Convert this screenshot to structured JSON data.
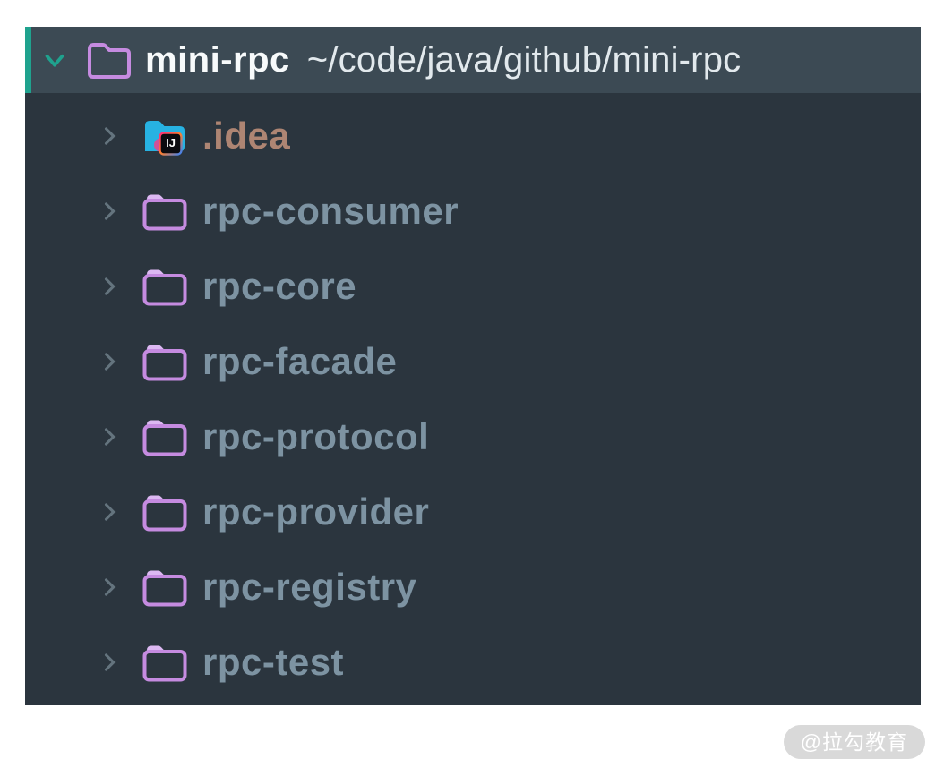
{
  "tree": {
    "root": {
      "name": "mini-rpc",
      "path": "~/code/java/github/mini-rpc",
      "state": "expanded"
    },
    "items": [
      {
        "label": ".idea",
        "type": "idea-config-folder",
        "state": "collapsed"
      },
      {
        "label": "rpc-consumer",
        "type": "folder",
        "state": "collapsed"
      },
      {
        "label": "rpc-core",
        "type": "folder",
        "state": "collapsed"
      },
      {
        "label": "rpc-facade",
        "type": "folder",
        "state": "collapsed"
      },
      {
        "label": "rpc-protocol",
        "type": "folder",
        "state": "collapsed"
      },
      {
        "label": "rpc-provider",
        "type": "folder",
        "state": "collapsed"
      },
      {
        "label": "rpc-registry",
        "type": "folder",
        "state": "collapsed"
      },
      {
        "label": "rpc-test",
        "type": "folder",
        "state": "collapsed"
      }
    ]
  },
  "icons": {
    "root_expander": "chevron-down",
    "child_expander": "chevron-right",
    "folder": "folder",
    "idea_badge_text": "IJ"
  },
  "colors": {
    "panel_bg": "#2b353e",
    "selected_row_bg": "#3c4a54",
    "selection_stripe": "#1fa28e",
    "folder_purple": "#c58be0",
    "folder_tab_fill": "#dcb8f2",
    "idea_folder_cyan": "#27b2e2",
    "root_name_text": "#f7fafb",
    "root_path_text": "#e2e9ed",
    "item_text": "#7d93a2",
    "idea_item_text": "#ae8573",
    "chevron_gray": "#64747e",
    "watermark_bg": "#d9d9d9"
  },
  "watermark": {
    "label": "@拉勾教育"
  }
}
